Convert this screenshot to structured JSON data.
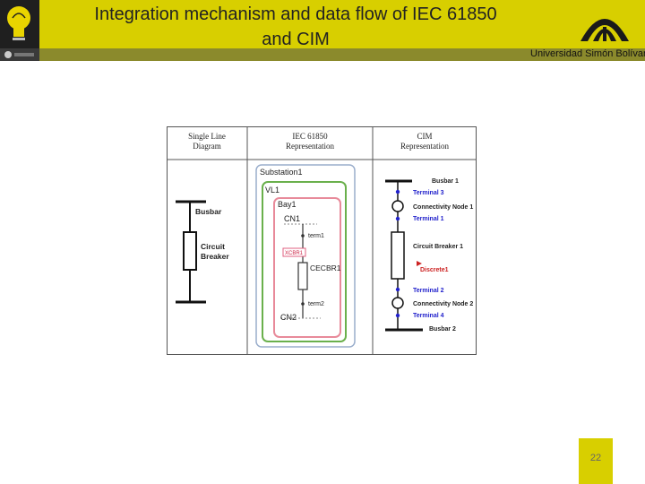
{
  "header": {
    "title_line1": "Integration mechanism and data flow of IEC 61850",
    "title_line2": "and CIM",
    "university": "Universidad Simón Bolívar"
  },
  "table": {
    "col1_header_line1": "Single Line",
    "col1_header_line2": "Diagram",
    "col2_header_line1": "IEC 61850",
    "col2_header_line2": "Representation",
    "col3_header_line1": "CIM",
    "col3_header_line2": "Representation"
  },
  "single_line": {
    "busbar_label": "Busbar",
    "breaker_label_line1": "Circuit",
    "breaker_label_line2": "Breaker"
  },
  "iec61850": {
    "substation": "Substation1",
    "voltage_level": "VL1",
    "bay": "Bay1",
    "cn1": "CN1",
    "term1": "term1",
    "xcbr": "XCBR1",
    "cecbr": "CECBR1",
    "term2": "term2",
    "cn2": "CN2"
  },
  "cim": {
    "busbar1": "Busbar 1",
    "terminal3": "Terminal 3",
    "cnode1": "Connectivity Node 1",
    "terminal1": "Terminal 1",
    "breaker1": "Circuit Breaker 1",
    "discrete1": "Discrete1",
    "terminal2": "Terminal 2",
    "cnode2": "Connectivity Node 2",
    "terminal4": "Terminal 4",
    "busbar2": "Busbar 2"
  },
  "footer": {
    "page_number": "22"
  },
  "colors": {
    "header": "#d8cf00",
    "strip": "#8b8a2c",
    "cim_terminal": "#2222cc",
    "cim_discrete": "#cc2222",
    "iec_green": "#6ab04c",
    "iec_pink": "#e88a9a"
  }
}
